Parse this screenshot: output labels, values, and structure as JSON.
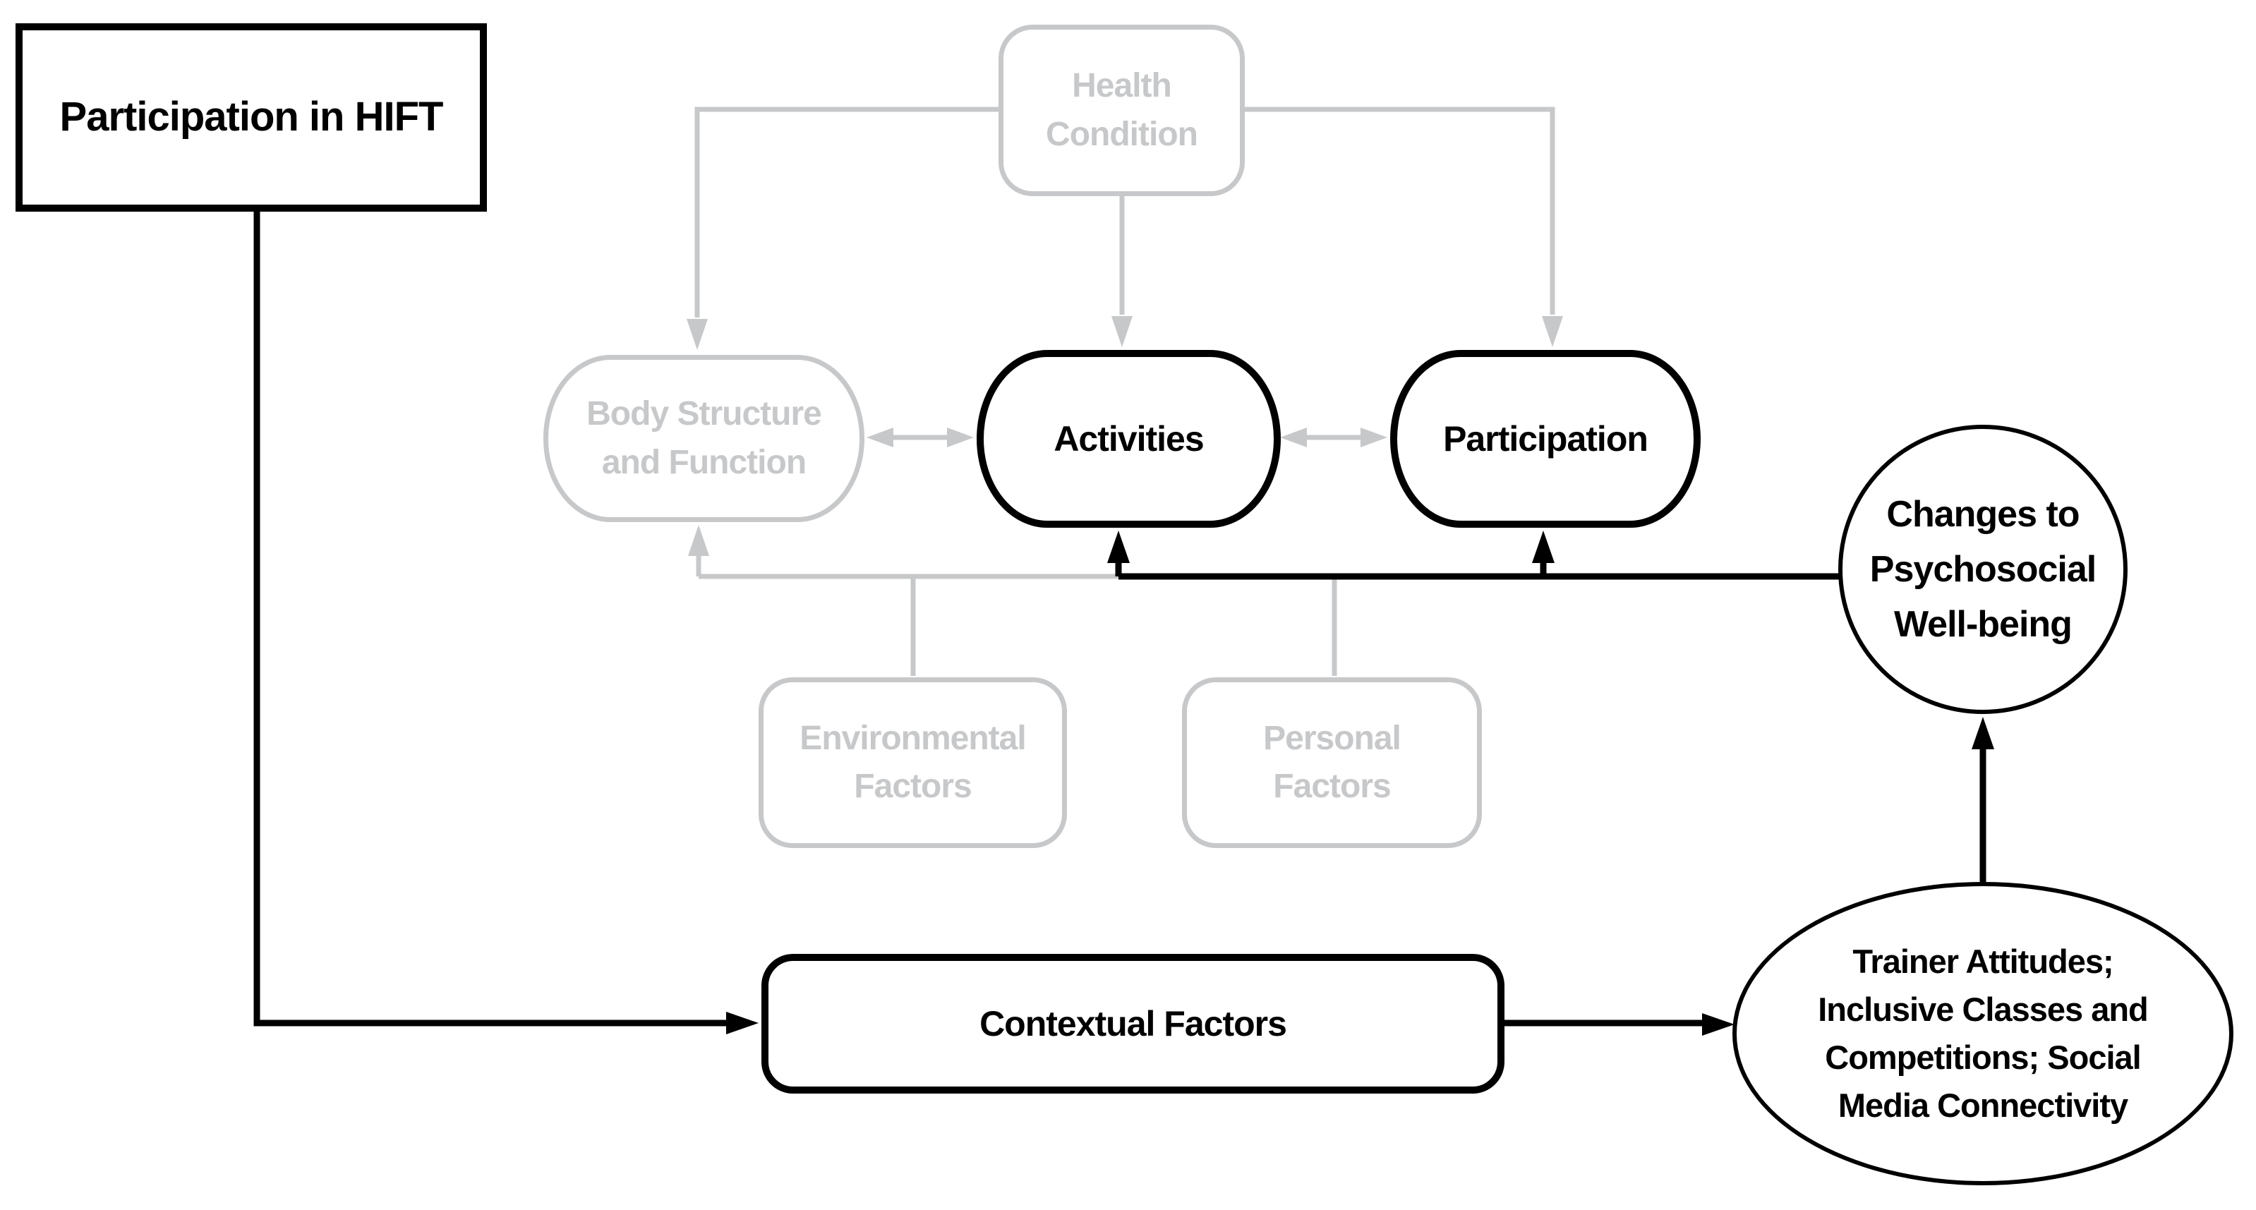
{
  "diagram": {
    "title": "ICF model adapted: participation in HIFT and psychosocial well-being",
    "colors": {
      "active": "#000000",
      "inactive": "#c7c8ca",
      "background": "#ffffff"
    },
    "nodes": {
      "participation_in_hift": {
        "label": "Participation in HIFT",
        "state": "active"
      },
      "health_condition": {
        "label": "Health\nCondition",
        "state": "inactive"
      },
      "body_structure": {
        "label": "Body Structure\nand Function",
        "state": "inactive"
      },
      "activities": {
        "label": "Activities",
        "state": "active"
      },
      "participation": {
        "label": "Participation",
        "state": "active"
      },
      "environmental_factors": {
        "label": "Environmental\nFactors",
        "state": "inactive"
      },
      "personal_factors": {
        "label": "Personal\nFactors",
        "state": "inactive"
      },
      "contextual_factors": {
        "label": "Contextual Factors",
        "state": "active"
      },
      "psychosocial_wellbeing": {
        "label": "Changes to\nPsychosocial\nWell-being",
        "state": "active"
      },
      "trainer_attitudes": {
        "label": "Trainer Attitudes;\nInclusive Classes and\nCompetitions; Social\nMedia Connectivity",
        "state": "active"
      }
    },
    "edges": [
      {
        "from": "health_condition",
        "to": "body_structure",
        "style": "inactive",
        "arrow": "single"
      },
      {
        "from": "health_condition",
        "to": "activities",
        "style": "inactive",
        "arrow": "single"
      },
      {
        "from": "health_condition",
        "to": "participation",
        "style": "inactive",
        "arrow": "single"
      },
      {
        "from": "body_structure",
        "to": "activities",
        "style": "inactive",
        "arrow": "double"
      },
      {
        "from": "activities",
        "to": "participation",
        "style": "inactive",
        "arrow": "double"
      },
      {
        "from": "factors_bus",
        "to": "body_structure",
        "style": "inactive",
        "arrow": "single"
      },
      {
        "from": "environmental_factors",
        "to": "factors_bus",
        "style": "inactive",
        "arrow": "none"
      },
      {
        "from": "personal_factors",
        "to": "factors_bus",
        "style": "inactive",
        "arrow": "none"
      },
      {
        "from": "participation_in_hift",
        "to": "contextual_factors",
        "style": "active",
        "arrow": "single"
      },
      {
        "from": "contextual_factors",
        "to": "trainer_attitudes",
        "style": "active",
        "arrow": "single"
      },
      {
        "from": "trainer_attitudes",
        "to": "psychosocial_wellbeing",
        "style": "active",
        "arrow": "single"
      },
      {
        "from": "psychosocial_wellbeing",
        "to": "activities",
        "style": "active",
        "arrow": "single"
      },
      {
        "from": "psychosocial_wellbeing",
        "to": "participation",
        "style": "active",
        "arrow": "single"
      }
    ]
  }
}
